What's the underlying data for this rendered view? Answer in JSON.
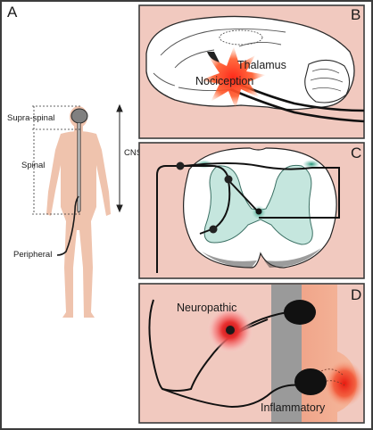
{
  "panels": {
    "a": {
      "letter": "A",
      "labels": {
        "supra_spinal": "Supra-spinal",
        "spinal": "Spinal",
        "peripheral": "Peripheral",
        "cns": "CNS"
      }
    },
    "b": {
      "letter": "B",
      "labels": {
        "thalamus": "Thalamus",
        "nociception": "Nociception"
      }
    },
    "c": {
      "letter": "C"
    },
    "d": {
      "letter": "D",
      "labels": {
        "neuropathic": "Neuropathic",
        "inflammatory": "Inflammatory"
      }
    }
  },
  "colors": {
    "panel_bg": "#f1c9bf",
    "skin": "#efc3ad",
    "teal": "#3aa68e",
    "red": "#e8312a",
    "frame": "#3c3c3c"
  }
}
